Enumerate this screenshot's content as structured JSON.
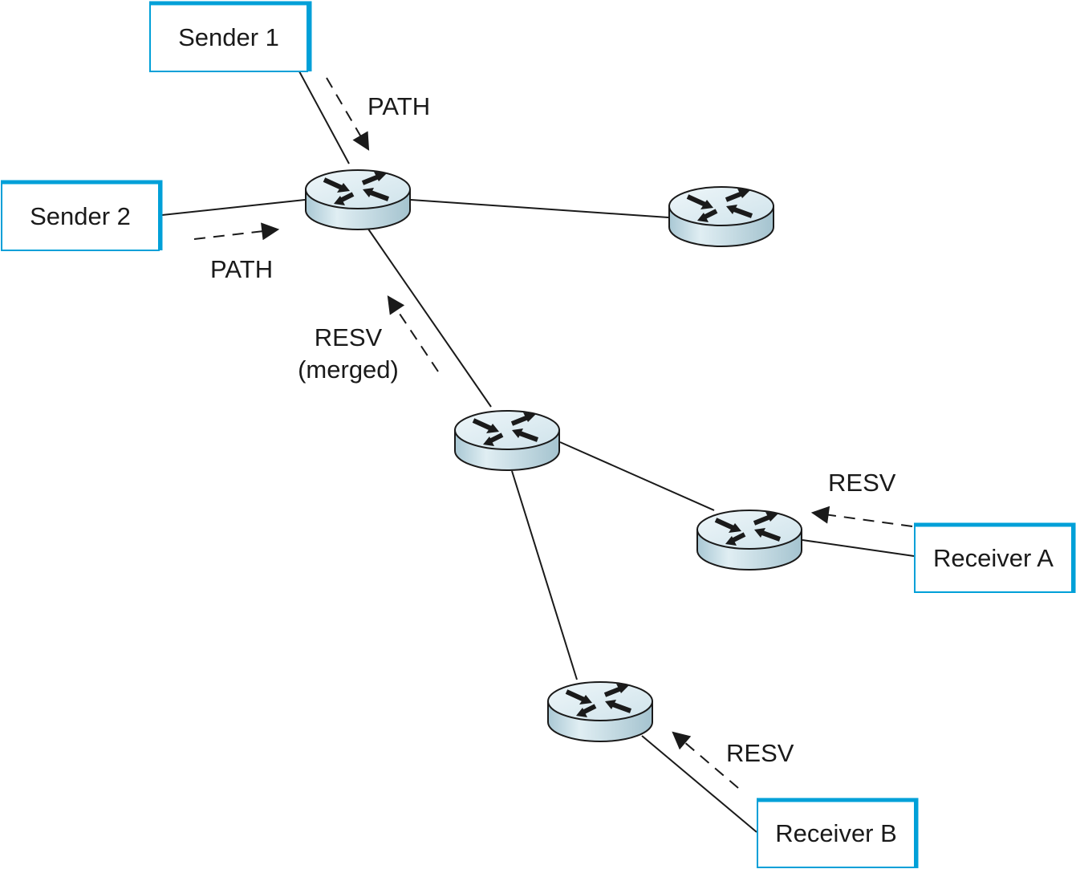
{
  "nodes": {
    "sender1": "Sender 1",
    "sender2": "Sender 2",
    "receiverA": "Receiver A",
    "receiverB": "Receiver B"
  },
  "labels": {
    "path1": "PATH",
    "path2": "PATH",
    "resv_merged": "RESV",
    "resv_merged_note": "(merged)",
    "resv_a": "RESV",
    "resv_b": "RESV"
  },
  "colors": {
    "box_border": "#00a0d8",
    "router_fill": "#cfe4ec",
    "line": "#1a1a1a"
  }
}
